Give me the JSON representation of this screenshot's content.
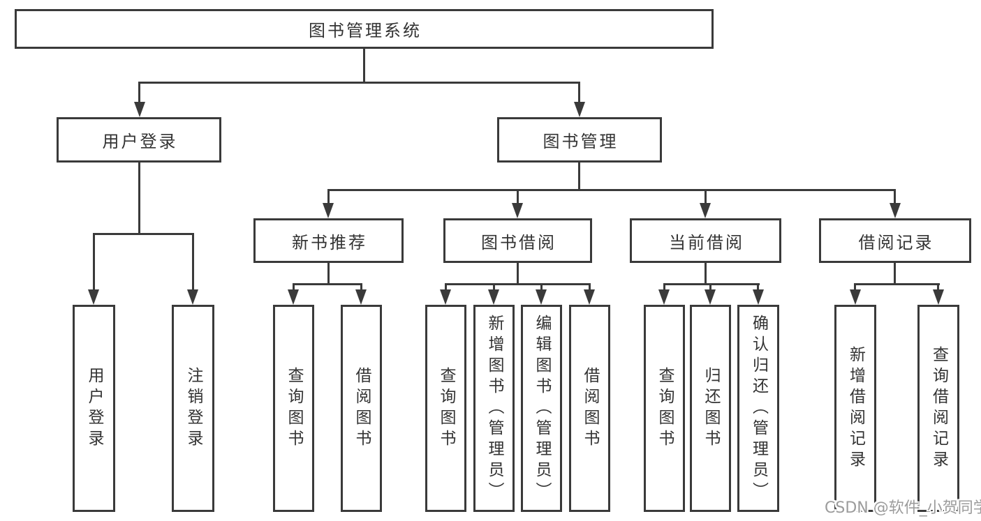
{
  "diagram": {
    "type": "hierarchy-tree",
    "title": "图书管理系统"
  },
  "nodes": {
    "root": "图书管理系统",
    "userLogin": "用户登录",
    "bookManagement": "图书管理",
    "newBookRecommend": "新书推荐",
    "bookBorrow": "图书借阅",
    "currentBorrow": "当前借阅",
    "borrowRecords": "借阅记录",
    "leafUserLogin": "用户登录",
    "leafLogoutLogin": "注销登录",
    "leafQueryBookA": "查询图书",
    "leafBorrowBookA": "借阅图书",
    "leafQueryBookB": "查询图书",
    "leafAddBookAdmin": "新增图书（管理员）",
    "leafEditBookAdmin": "编辑图书（管理员）",
    "leafBorrowBookB": "借阅图书",
    "leafQueryBookC": "查询图书",
    "leafReturnBook": "归还图书",
    "leafConfirmReturnAdmin": "确认归还（管理员）",
    "leafAddBorrowRecord": "新增借阅记录",
    "leafQueryBorrowRecord": "查询借阅记录"
  },
  "hierarchy": {
    "图书管理系统": {
      "用户登录": [
        "用户登录",
        "注销登录"
      ],
      "图书管理": {
        "新书推荐": [
          "查询图书",
          "借阅图书"
        ],
        "图书借阅": [
          "查询图书",
          "新增图书（管理员）",
          "编辑图书（管理员）",
          "借阅图书"
        ],
        "当前借阅": [
          "查询图书",
          "归还图书",
          "确认归还（管理员）"
        ],
        "借阅记录": [
          "新增借阅记录",
          "查询借阅记录"
        ]
      }
    }
  },
  "watermark": "CSDN @软件_小贺同学",
  "colors": {
    "line": "#3a3a3a",
    "text": "#333333",
    "background": "#ffffff",
    "watermark": "#9c9c9c"
  }
}
